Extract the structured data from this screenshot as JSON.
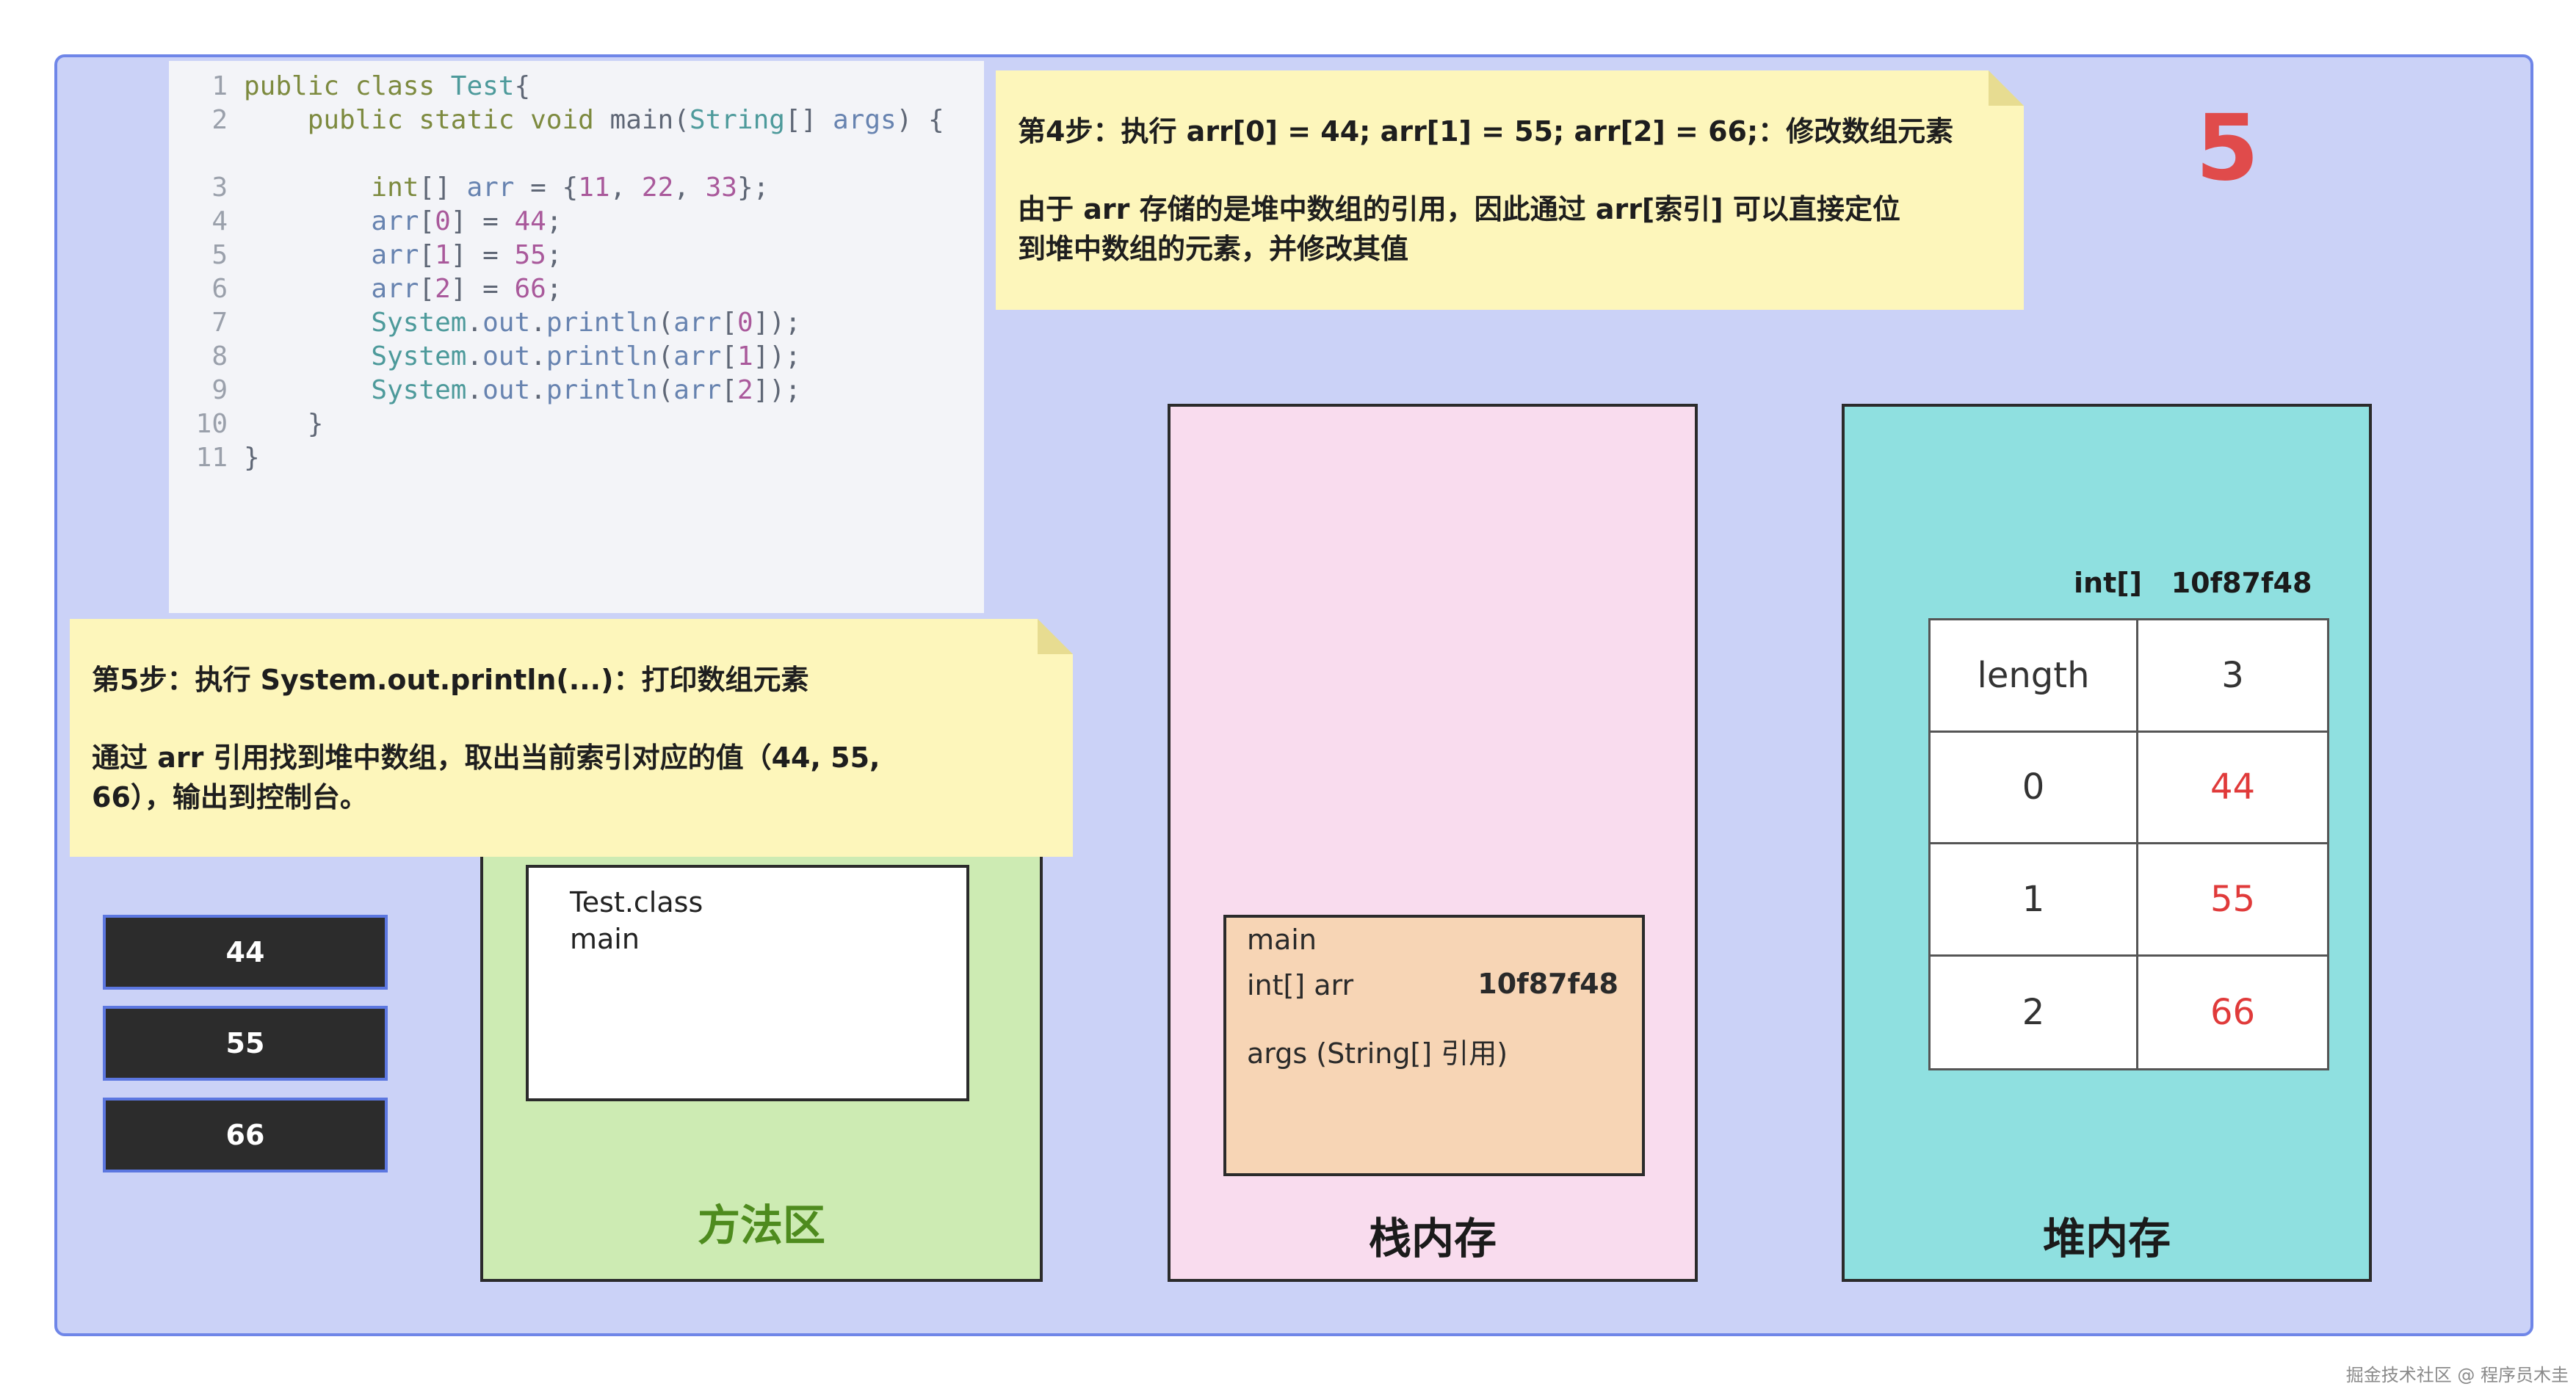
{
  "code": {
    "lines": [
      {
        "n": "1",
        "parts": [
          [
            "kw",
            "public class "
          ],
          [
            "ty",
            "Test"
          ],
          [
            "",
            "{"
          ]
        ]
      },
      {
        "n": "2",
        "parts": [
          [
            "",
            "    "
          ],
          [
            "kw",
            "public static void "
          ],
          [
            "",
            "main("
          ],
          [
            "ty",
            "String"
          ],
          [
            "",
            "[] "
          ],
          [
            "id",
            "args"
          ],
          [
            "",
            ") {"
          ]
        ]
      },
      {
        "n": "3",
        "parts": [
          [
            "",
            "        "
          ],
          [
            "kw",
            "int"
          ],
          [
            "",
            "[] "
          ],
          [
            "id",
            "arr"
          ],
          [
            "",
            " = {"
          ],
          [
            "nm",
            "11"
          ],
          [
            "",
            ", "
          ],
          [
            "nm",
            "22"
          ],
          [
            "",
            ", "
          ],
          [
            "nm",
            "33"
          ],
          [
            "",
            "};"
          ]
        ]
      },
      {
        "n": "4",
        "parts": [
          [
            "",
            "        "
          ],
          [
            "id",
            "arr"
          ],
          [
            "",
            "["
          ],
          [
            "nm",
            "0"
          ],
          [
            "",
            "] = "
          ],
          [
            "nm",
            "44"
          ],
          [
            "",
            ";"
          ]
        ]
      },
      {
        "n": "5",
        "parts": [
          [
            "",
            "        "
          ],
          [
            "id",
            "arr"
          ],
          [
            "",
            "["
          ],
          [
            "nm",
            "1"
          ],
          [
            "",
            "] = "
          ],
          [
            "nm",
            "55"
          ],
          [
            "",
            ";"
          ]
        ]
      },
      {
        "n": "6",
        "parts": [
          [
            "",
            "        "
          ],
          [
            "id",
            "arr"
          ],
          [
            "",
            "["
          ],
          [
            "nm",
            "2"
          ],
          [
            "",
            "] = "
          ],
          [
            "nm",
            "66"
          ],
          [
            "",
            ";"
          ]
        ]
      },
      {
        "n": "7",
        "parts": [
          [
            "",
            "        "
          ],
          [
            "ty",
            "System"
          ],
          [
            "",
            "."
          ],
          [
            "id",
            "out"
          ],
          [
            "",
            "."
          ],
          [
            "id",
            "println"
          ],
          [
            "",
            "("
          ],
          [
            "id",
            "arr"
          ],
          [
            "",
            "["
          ],
          [
            "nm",
            "0"
          ],
          [
            "",
            "]);"
          ]
        ]
      },
      {
        "n": "8",
        "parts": [
          [
            "",
            "        "
          ],
          [
            "ty",
            "System"
          ],
          [
            "",
            "."
          ],
          [
            "id",
            "out"
          ],
          [
            "",
            "."
          ],
          [
            "id",
            "println"
          ],
          [
            "",
            "("
          ],
          [
            "id",
            "arr"
          ],
          [
            "",
            "["
          ],
          [
            "nm",
            "1"
          ],
          [
            "",
            "]);"
          ]
        ]
      },
      {
        "n": "9",
        "parts": [
          [
            "",
            "        "
          ],
          [
            "ty",
            "System"
          ],
          [
            "",
            "."
          ],
          [
            "id",
            "out"
          ],
          [
            "",
            "."
          ],
          [
            "id",
            "println"
          ],
          [
            "",
            "("
          ],
          [
            "id",
            "arr"
          ],
          [
            "",
            "["
          ],
          [
            "nm",
            "2"
          ],
          [
            "",
            "]);"
          ]
        ]
      },
      {
        "n": "10",
        "parts": [
          [
            "",
            "    }"
          ]
        ]
      },
      {
        "n": "11",
        "parts": [
          [
            "",
            "}"
          ]
        ]
      }
    ]
  },
  "note_step4": {
    "line1": "第4步：执行 arr[0] = 44; arr[1] = 55; arr[2] = 66;：修改数组元素",
    "line2": "由于 arr 存储的是堆中数组的引用，因此通过 arr[索引] 可以直接定位",
    "line3": "到堆中数组的元素，并修改其值"
  },
  "note_step5": {
    "line1": "第5步：执行 System.out.println(...)：打印数组元素",
    "line2": "通过 arr 引用找到堆中数组，取出当前索引对应的值（44, 55,",
    "line3": "66），输出到控制台。"
  },
  "step_number": "5",
  "method_area": {
    "title": "方法区",
    "class_name": "Test.class",
    "method_name": "main"
  },
  "stack": {
    "title": "栈内存",
    "frame_name": "main",
    "var_label": "int[] arr",
    "var_value": "10f87f48",
    "args_label": "args (String[] 引用)"
  },
  "heap": {
    "title": "堆内存",
    "array_type": "int[]",
    "array_address": "10f87f48",
    "rows": [
      {
        "key": "length",
        "value": "3",
        "highlight": false
      },
      {
        "key": "0",
        "value": "44",
        "highlight": true
      },
      {
        "key": "1",
        "value": "55",
        "highlight": true
      },
      {
        "key": "2",
        "value": "66",
        "highlight": true
      }
    ]
  },
  "console_output": [
    "44",
    "55",
    "66"
  ],
  "watermark": "掘金技术社区 @ 程序员木圭",
  "colors": {
    "background_panel": "#cbd2f7",
    "note": "#fdf6bb",
    "method_area": "#cdebb3",
    "stack": "#f9dcee",
    "heap": "#8fe0e0",
    "frame": "#f7d5b5",
    "highlight_red": "#e03a3a",
    "step_red": "#e04b4b",
    "console_bg": "#2c2c2c"
  }
}
